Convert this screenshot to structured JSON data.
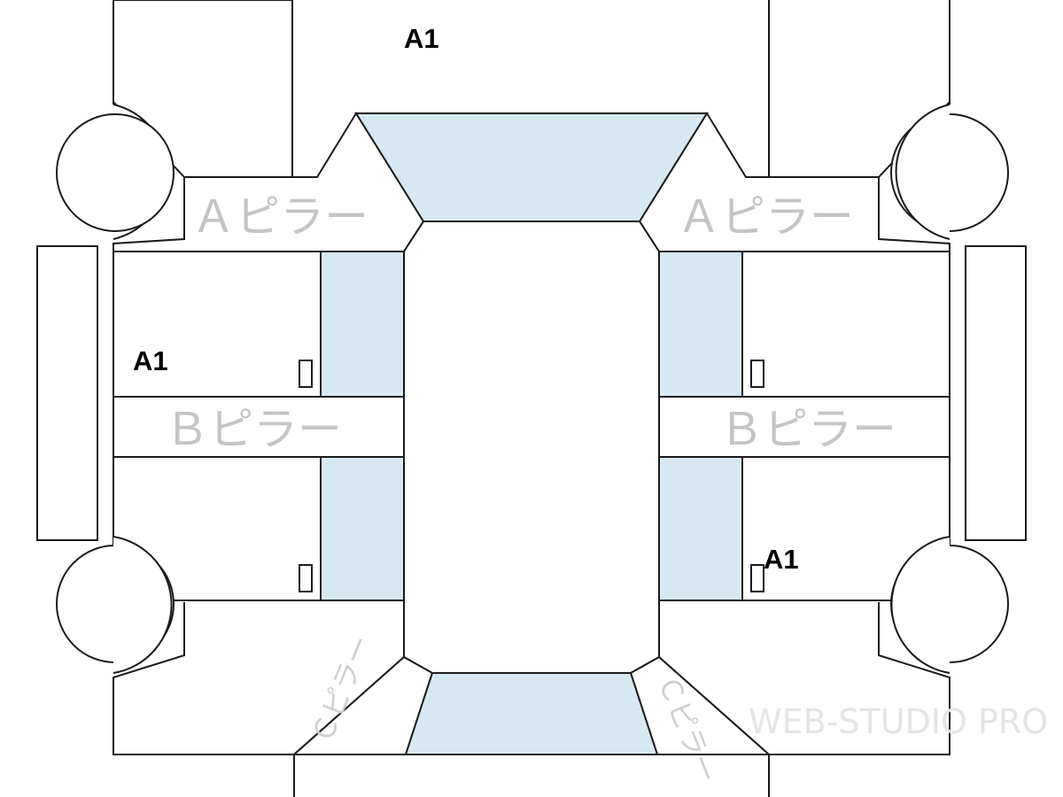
{
  "labels": {
    "a_pillar_left": "Ａピラー",
    "a_pillar_right": "Ａピラー",
    "b_pillar_left": "Ｂピラー",
    "b_pillar_right": "Ｂピラー",
    "c_pillar_left": "Ｃピラー",
    "c_pillar_right": "Ｃピラー"
  },
  "markers": {
    "hood": "A1",
    "front_left_door": "A1",
    "rear_right_door": "A1"
  },
  "watermark": "WEB-STUDIO PRO",
  "colors": {
    "glass": "#d6e9f3",
    "outline": "#1a1a1a",
    "pillar_text": "#c4c4c4"
  }
}
